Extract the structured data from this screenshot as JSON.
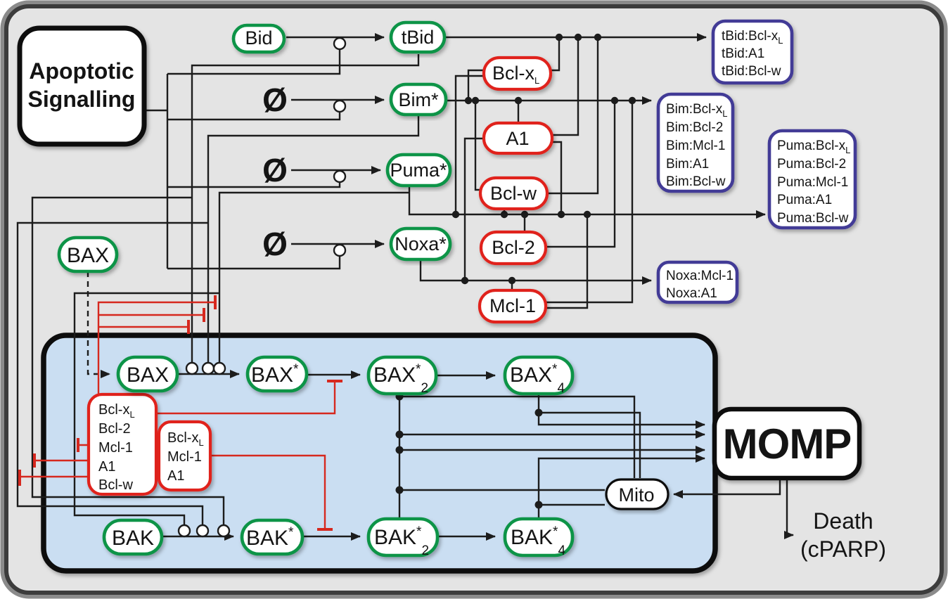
{
  "title": {
    "line1": "Apoptotic",
    "line2": "Signalling"
  },
  "sources": {
    "bid": "Bid",
    "empty_set": "Ø"
  },
  "activators": {
    "tbid": "tBid",
    "bim": "Bim*",
    "puma": "Puma*",
    "noxa": "Noxa*"
  },
  "antiapoptotics": {
    "bclxl": {
      "main": "Bcl-x",
      "sub": "L"
    },
    "a1": "A1",
    "bclw": "Bcl-w",
    "bcl2": "Bcl-2",
    "mcl1": "Mcl-1"
  },
  "effectors": {
    "bax_cytosolic": "BAX",
    "bax": "BAX",
    "bak": "BAK",
    "bax_main": "BAX",
    "bak_main": "BAK",
    "star": "*",
    "dimer_sub": "2",
    "tetramer_sub": "4"
  },
  "complex_boxes": {
    "tbid": {
      "lines": [
        {
          "main": "tBid:Bcl-x",
          "sub": "L"
        },
        {
          "main": "tBid:A1"
        },
        {
          "main": "tBid:Bcl-w"
        }
      ]
    },
    "bim": {
      "lines": [
        {
          "main": "Bim:Bcl-x",
          "sub": "L"
        },
        {
          "main": "Bim:Bcl-2"
        },
        {
          "main": "Bim:Mcl-1"
        },
        {
          "main": "Bim:A1"
        },
        {
          "main": "Bim:Bcl-w"
        }
      ]
    },
    "puma": {
      "lines": [
        {
          "main": "Puma:Bcl-x",
          "sub": "L"
        },
        {
          "main": "Puma:Bcl-2"
        },
        {
          "main": "Puma:Mcl-1"
        },
        {
          "main": "Puma:A1"
        },
        {
          "main": "Puma:Bcl-w"
        }
      ]
    },
    "noxa": {
      "lines": [
        {
          "main": "Noxa:Mcl-1"
        },
        {
          "main": "Noxa:A1"
        }
      ]
    }
  },
  "inhibitor_boxes": {
    "bax_inhibitors": {
      "lines": [
        {
          "main": "Bcl-x",
          "sub": "L"
        },
        {
          "main": "Bcl-2"
        },
        {
          "main": "Mcl-1"
        },
        {
          "main": "A1"
        },
        {
          "main": "Bcl-w"
        }
      ]
    },
    "bak_inhibitors": {
      "lines": [
        {
          "main": "Bcl-x",
          "sub": "L"
        },
        {
          "main": "Mcl-1"
        },
        {
          "main": "A1"
        }
      ]
    }
  },
  "mitochondrion": {
    "momp": "MOMP",
    "mito": "Mito"
  },
  "output": {
    "line1": "Death",
    "line2": "(cPARP)"
  },
  "colors": {
    "green": "#0a9447",
    "red": "#e0241b",
    "purple": "#423a96",
    "line": "#1c1c1c",
    "membrane_fill": "#cadef2",
    "panel_bg": "#e4e4e4",
    "frame": "#3c3c3c",
    "frame_outer": "#8b8b8b",
    "white": "#ffffff",
    "red_line": "#d6281e"
  }
}
